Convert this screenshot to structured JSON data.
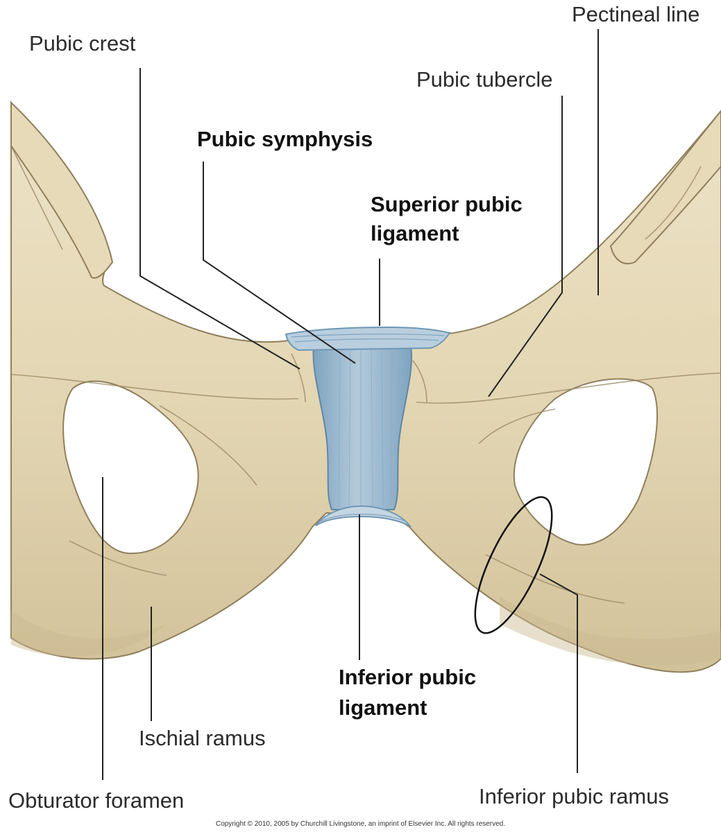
{
  "labels": {
    "pubic_crest": "Pubic crest",
    "pectineal_line": "Pectineal line",
    "pubic_tubercle": "Pubic tubercle",
    "pubic_symphysis": "Pubic symphysis",
    "superior_pubic_ligament": [
      "Superior pubic",
      "ligament"
    ],
    "inferior_pubic_ligament": [
      "Inferior pubic",
      "ligament"
    ],
    "ischial_ramus": "Ischial ramus",
    "obturator_foramen": "Obturator foramen",
    "inferior_pubic_ramus": "Inferior pubic ramus"
  },
  "copyright": "Copyright © 2010, 2005 by Churchill Livingstone, an imprint of Elsevier Inc. All rights reserved.",
  "colors": {
    "bone": "#e3d7b7",
    "bone_shadow": "#c9b98f",
    "bone_outline": "#8f7f5c",
    "ligament": "#9dbbd0",
    "ligament_dark": "#6f97b4",
    "leader_line": "#222222"
  }
}
